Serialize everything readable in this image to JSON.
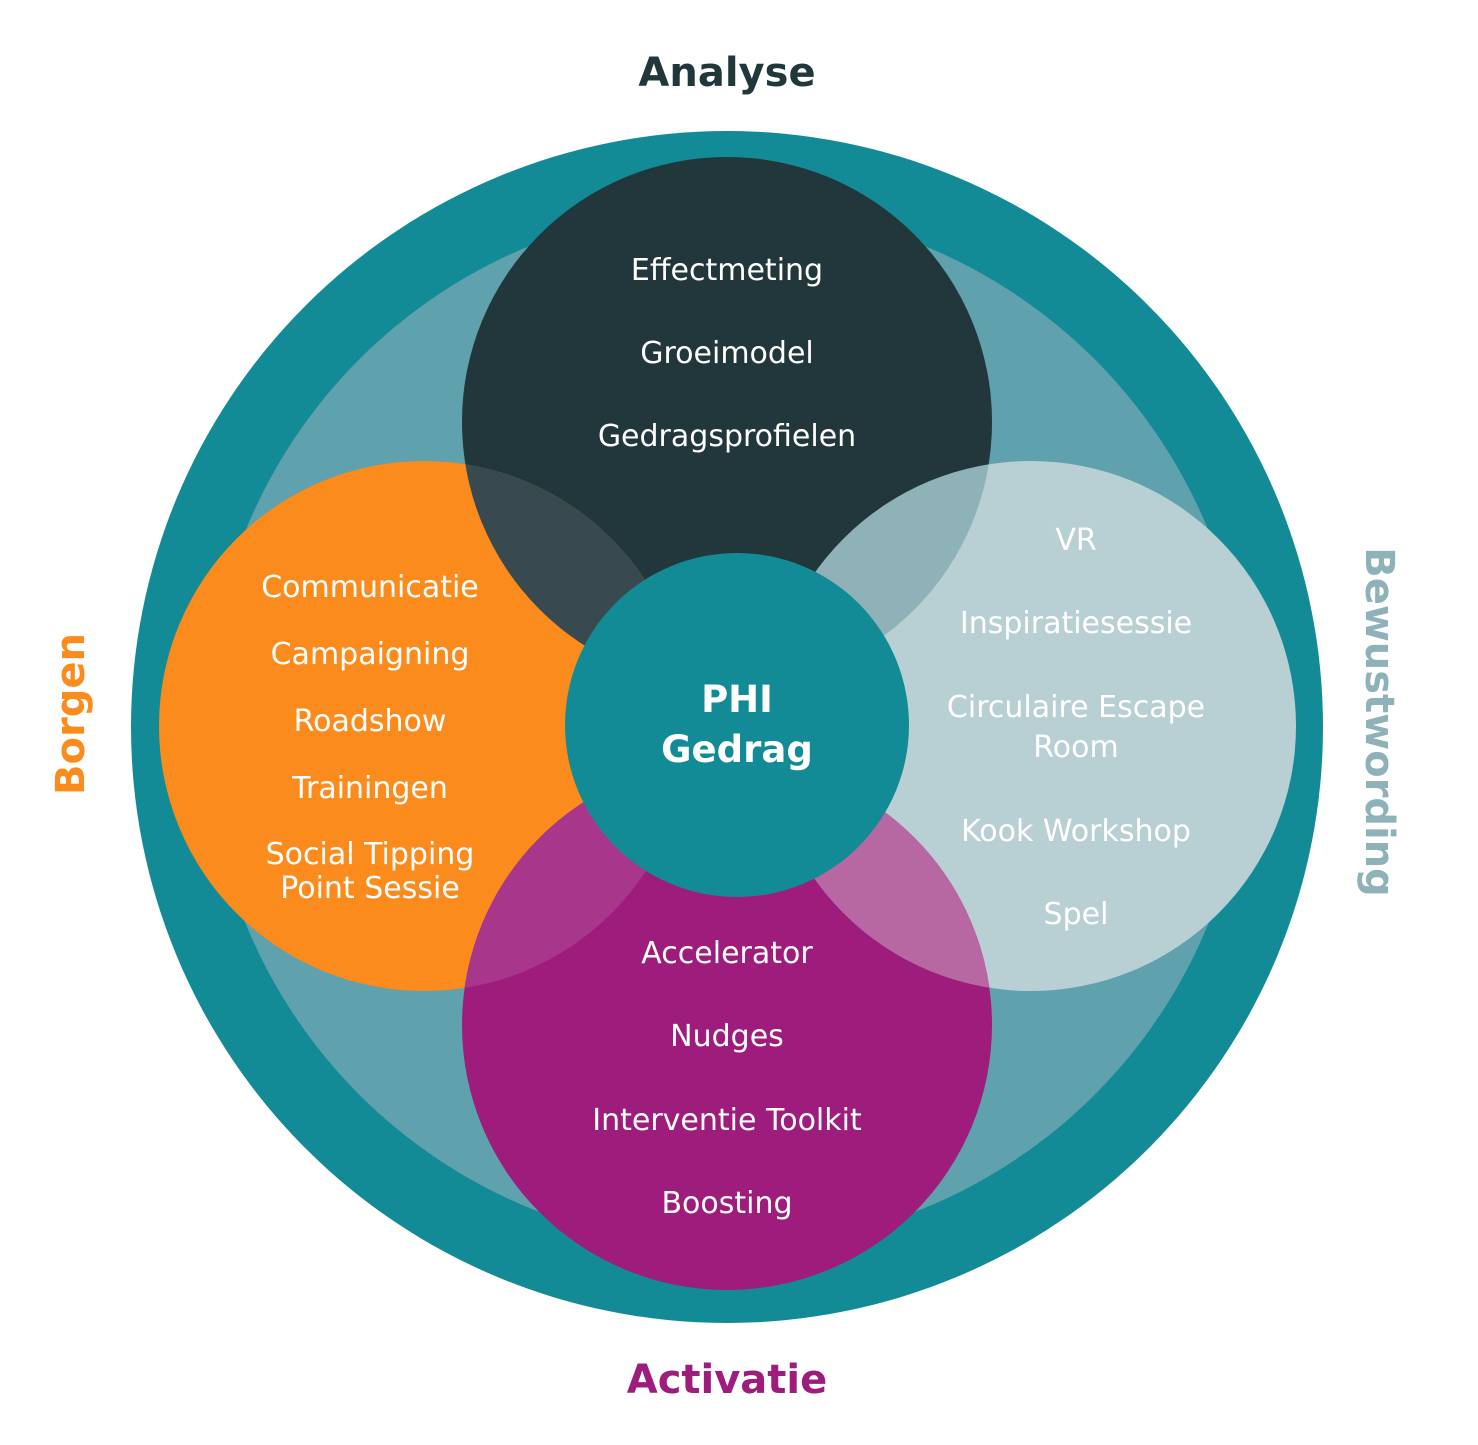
{
  "colors": {
    "outer_ring": "#138b97",
    "inner_disc": "#5fa1ac",
    "analyse": "#22373b",
    "borgen": "#fb8b1c",
    "bewustwording": "#b8cfd4",
    "activatie": "#9e1c7c",
    "center": "#138b97",
    "bewust_label": "#8fb1b8"
  },
  "labels": {
    "top": "Analyse",
    "left": "Borgen",
    "right": "Bewustwording",
    "bottom": "Activatie"
  },
  "center": {
    "line1": "PHI",
    "line2": "Gedrag"
  },
  "analyse_items": [
    "Effectmeting",
    "Groeimodel",
    "Gedragsprofielen"
  ],
  "borgen_items": [
    "Communicatie",
    "Campaigning",
    "Roadshow",
    "Trainingen",
    "Social Tipping",
    "Point Sessie"
  ],
  "bewust_items": [
    "VR",
    "Inspiratiesessie",
    "Circulaire Escape",
    "Room",
    "Kook Workshop",
    "Spel"
  ],
  "activatie_items": [
    "Accelerator",
    "Nudges",
    "Interventie Toolkit",
    "Boosting"
  ]
}
